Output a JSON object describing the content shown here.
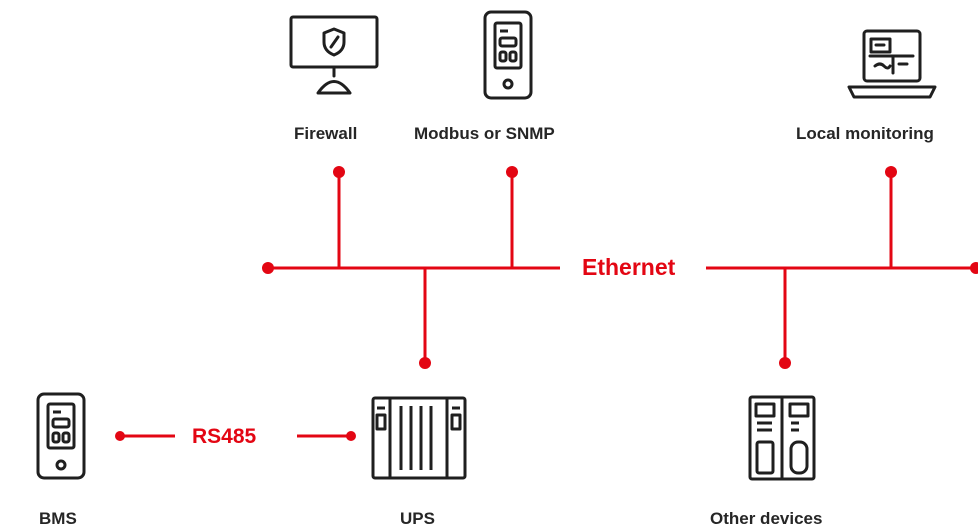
{
  "accent_color": "#e30613",
  "icon_color": "#1f1f1f",
  "network": {
    "bus_label": "Ethernet",
    "serial_label": "RS485"
  },
  "nodes": {
    "firewall": {
      "label": "Firewall",
      "icon": "monitor-shield-icon"
    },
    "modbus": {
      "label": "Modbus or SNMP",
      "icon": "handheld-device-icon"
    },
    "local_monitoring": {
      "label": "Local monitoring",
      "icon": "laptop-dashboard-icon"
    },
    "ups": {
      "label": "UPS",
      "icon": "ups-cabinet-icon"
    },
    "other_devices": {
      "label": "Other devices",
      "icon": "device-rack-icon"
    },
    "bms": {
      "label": "BMS",
      "icon": "handheld-device-icon"
    }
  }
}
